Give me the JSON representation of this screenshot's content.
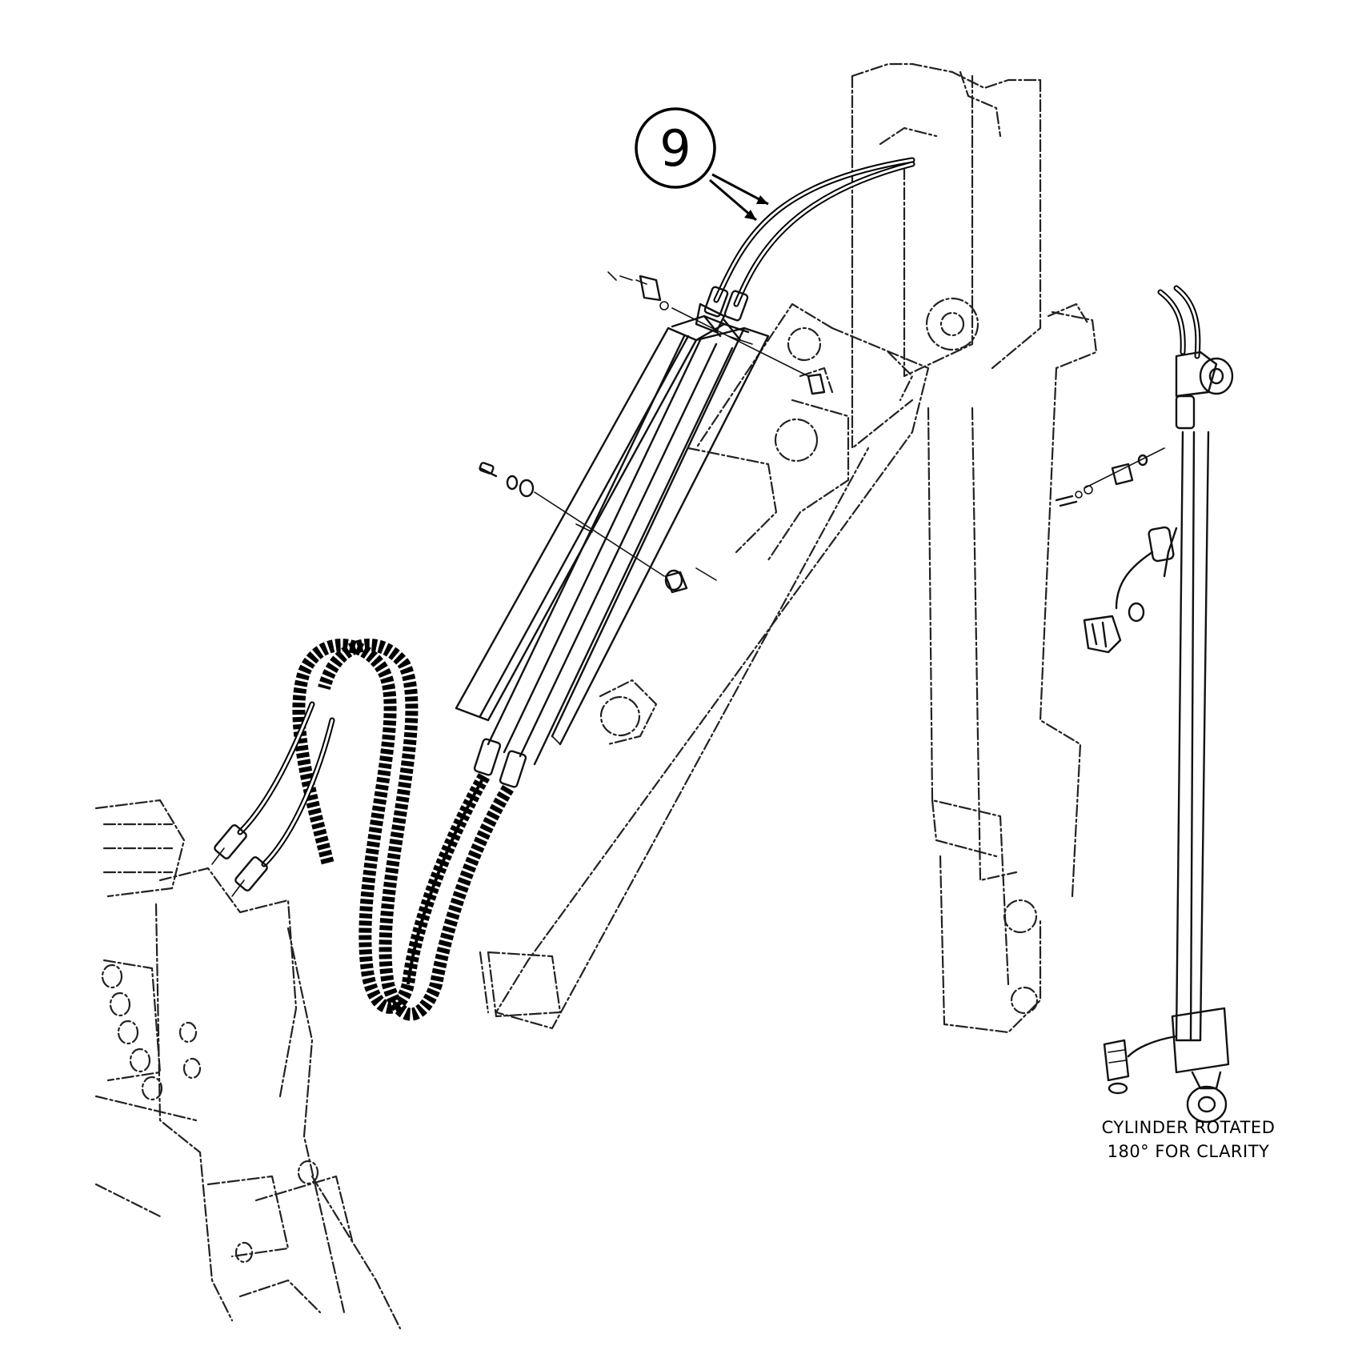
{
  "callout": {
    "number": "9"
  },
  "note": {
    "line1": "CYLINDER ROTATED",
    "line2": "180° FOR CLARITY"
  }
}
